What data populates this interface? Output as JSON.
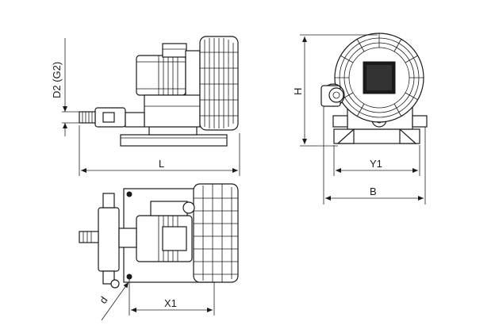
{
  "labels": {
    "d2": "D2 (G2)",
    "l": "L",
    "h": "H",
    "y1": "Y1",
    "b": "B",
    "x1": "X1",
    "d": "d"
  }
}
